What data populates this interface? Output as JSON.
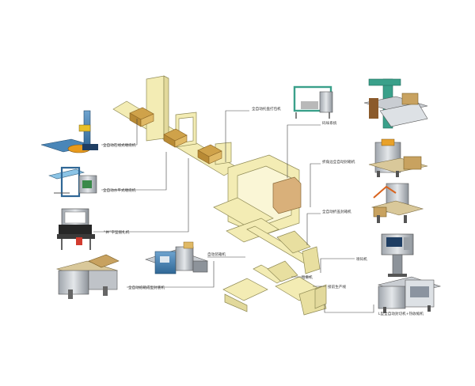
{
  "labels": {
    "wrap_tower": "全自动在线式缠绕机",
    "horizontal_wrap": "全自动水平式缠绕机",
    "strapping": "“井”字型捆扎机",
    "case_erect_seal": "全自动纸箱成型封底机",
    "auto_packing": "自动装箱机",
    "pallet_strapping": "全自动托盘打包机",
    "palletizing": "码垛系统",
    "fold_seal": "折角边全自动封箱机",
    "top_bottom_seal": "全自动折盖封箱机",
    "coding": "喷码机",
    "check_weigh": "检重机",
    "production_line": "接前生产线",
    "l_seal_shrink": "L型全自动封切机+热收缩机"
  },
  "colors": {
    "conveyor": "#f3ecb4",
    "conveyor_edge": "#8f8a55",
    "box": "#cfa24a",
    "line": "#444444",
    "machine_blue": "#4a86b8",
    "machine_grey": "#c9cdd2"
  },
  "icons": [
    "wrap-tower-icon",
    "horizontal-wrap-icon",
    "strapping-machine-icon",
    "case-erector-icon",
    "auto-packer-icon",
    "pallet-strapper-icon",
    "palletizer-icon",
    "fold-sealer-icon",
    "top-bottom-sealer-icon",
    "inkjet-coder-icon",
    "shrink-wrapper-icon"
  ]
}
